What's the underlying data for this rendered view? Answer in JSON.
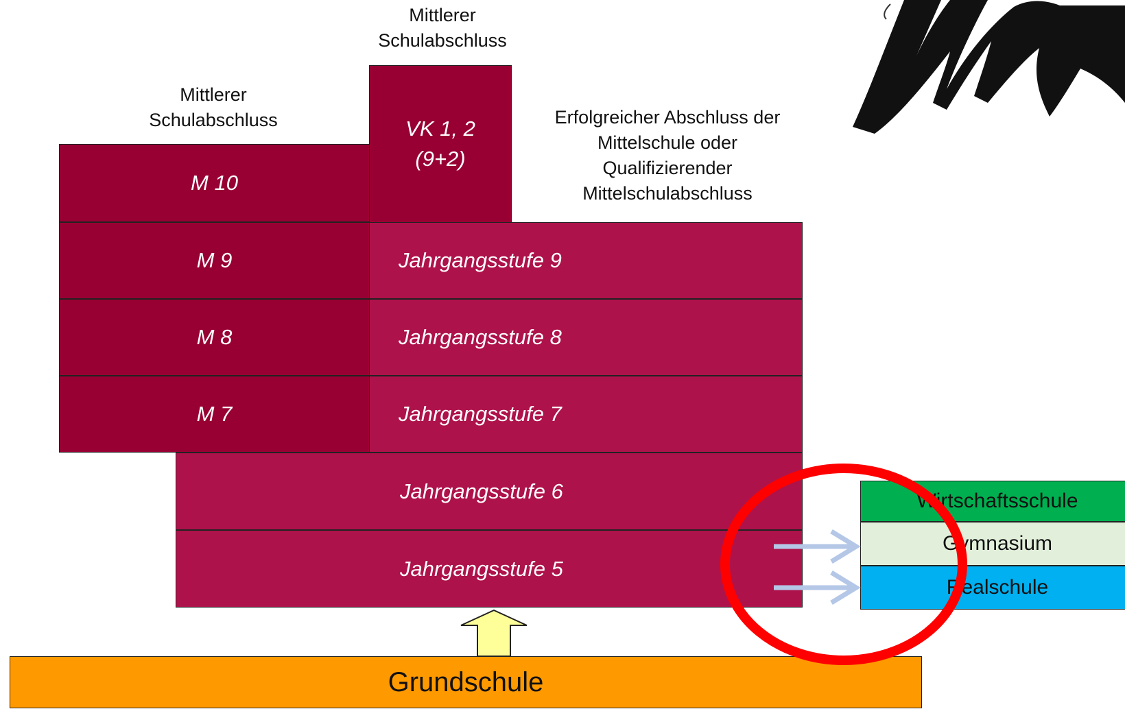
{
  "labels": {
    "mittlerer_left": "Mittlerer Schulabschluss",
    "mittlerer_top": "Mittlerer Schulabschluss",
    "erfolgreicher": "Erfolgreicher Abschluss der Mittelschule oder Qualifizierender Mittelschulabschluss"
  },
  "m_track": [
    "M 10",
    "M 9",
    "M 8",
    "M 7"
  ],
  "vk": [
    "VK 1, 2",
    "(9+2)"
  ],
  "jahrgang": [
    "Jahrgangsstufe 9",
    "Jahrgangsstufe 8",
    "Jahrgangsstufe 7",
    "Jahrgangsstufe 6",
    "Jahrgangsstufe 5"
  ],
  "schools": [
    "Wirtschaftsschule",
    "Gymnasium",
    "Realschule"
  ],
  "base": "Grundschule",
  "colors": {
    "m_track": "#980033",
    "jahrgang": "#ae124a",
    "wirtschaftsschule": "#00b050",
    "gymnasium": "#e2efda",
    "realschule": "#00b0f0",
    "grundschule": "#ff9900",
    "up_arrow": "#ffff99",
    "transition_arrows": "#b4c7e7",
    "highlight_circle": "#ff0000"
  }
}
